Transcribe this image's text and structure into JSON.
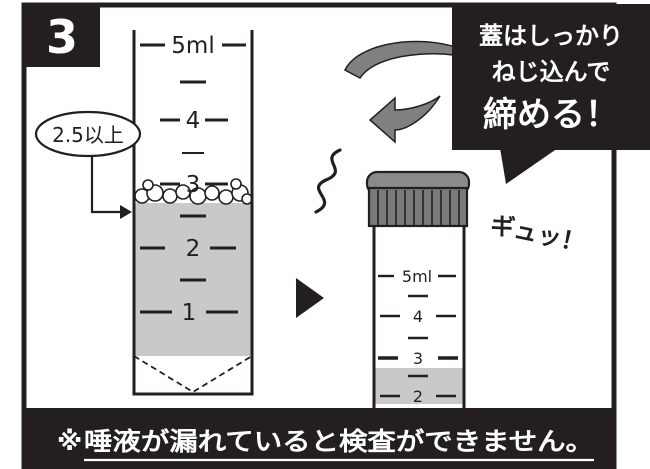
{
  "step": {
    "number": "3"
  },
  "left_tube": {
    "marks": [
      "5ml",
      "4",
      "3",
      "2",
      "1"
    ],
    "callout": "2.5以上"
  },
  "right_tube": {
    "marks": [
      "5ml",
      "4",
      "3",
      "2"
    ]
  },
  "instruction": {
    "line1": "蓋はしっかり",
    "line2": "ねじ込んで",
    "line3": "締める！"
  },
  "sound_effect": "ギュッ！",
  "warning": {
    "mark": "※",
    "text": "唾液が漏れていると検査ができません。"
  },
  "colors": {
    "black": "#231f20",
    "liquid": "#c9c9c9",
    "cap": "#7a7a7a",
    "arrow": "#808080"
  }
}
